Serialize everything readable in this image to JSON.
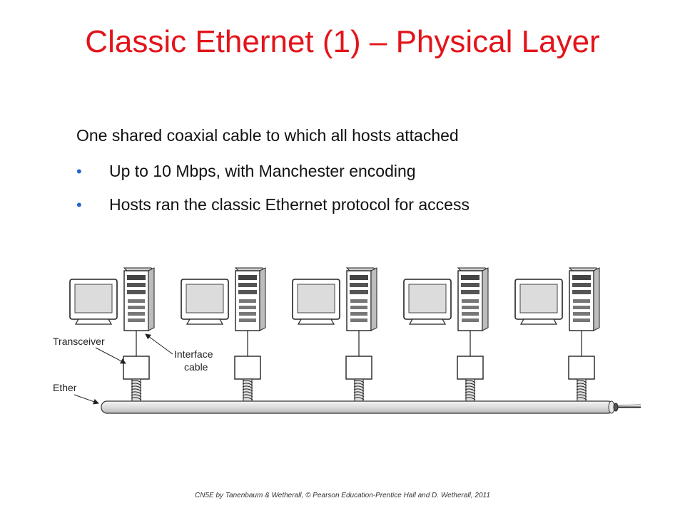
{
  "slide": {
    "title": "Classic Ethernet (1) – Physical Layer",
    "intro": "One shared coaxial cable to which all hosts attached",
    "bullets": [
      "Up to 10 Mbps, with Manchester encoding",
      "Hosts ran the classic Ethernet protocol for access"
    ],
    "footer": "CN5E by Tanenbaum & Wetherall, © Pearson Education-Prentice Hall and D. Wetherall, 2011"
  },
  "diagram": {
    "host_count": 5,
    "labels": {
      "transceiver": "Transceiver",
      "interface_line1": "Interface",
      "interface_line2": "cable",
      "ether": "Ether"
    }
  }
}
